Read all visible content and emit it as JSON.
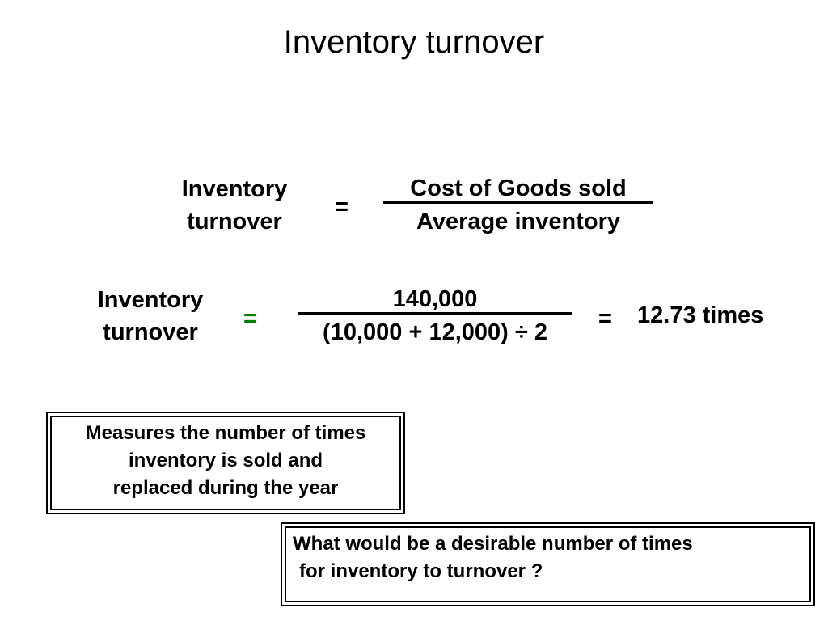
{
  "title": "Inventory turnover",
  "formula": {
    "label_line1": "Inventory",
    "label_line2": "turnover",
    "equals": "=",
    "numerator": "Cost of Goods sold",
    "denominator": "Average inventory"
  },
  "calculation": {
    "label_line1": "Inventory",
    "label_line2": "turnover",
    "equals": "=",
    "numerator": "140,000",
    "denominator": "(10,000 + 12,000) ÷ 2",
    "result_equals": "=",
    "result": "12.73 times"
  },
  "definition_box": {
    "line1": "Measures the number of times",
    "line2": "inventory is sold and",
    "line3": "replaced during the year"
  },
  "question_box": {
    "line1": "What would be a desirable number of times",
    "line2": "for inventory to turnover ?"
  },
  "colors": {
    "text": "#000000",
    "accent_equals": "#008000",
    "background": "#ffffff"
  }
}
